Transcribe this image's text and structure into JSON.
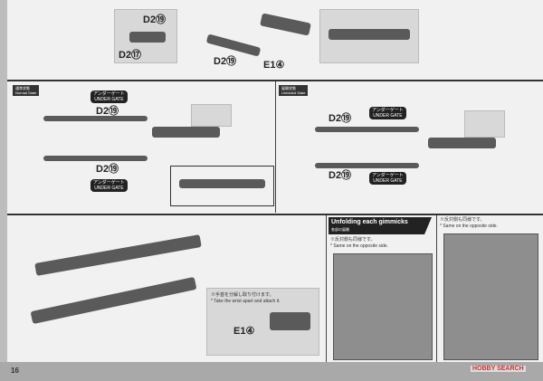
{
  "top": {
    "labels": [
      "D2⑲",
      "D2⑰",
      "D2⑲",
      "E1④"
    ]
  },
  "middle": {
    "normal_state": {
      "tag": "通常状態\nNormal State",
      "gate_jp": "アンダーゲート",
      "gate_en": "UNDER GATE",
      "part_a": "D2⑲",
      "part_b": "D2⑲"
    },
    "unfolded_state": {
      "tag": "展開状態\nUnfolded State",
      "gate_jp": "アンダーゲート",
      "gate_en": "UNDER GATE",
      "part_a": "D2⑲",
      "part_b": "D2⑲"
    }
  },
  "bottom_left": {
    "note_jp": "※手首を分解し取り付けます。",
    "note_en": "* Take the wrist apart and attach it.",
    "part": "E1④"
  },
  "gimmicks": {
    "title": "Unfolding each gimmicks",
    "subtitle": "各部の展開",
    "note_jp": "※反対側も同様です。",
    "note_en": "* Same on the opposite side.",
    "note2_jp": "※反対側も同様です。",
    "note2_en": "* Same on the opposite side."
  },
  "footer": {
    "page_number": "16",
    "watermark": "HOBBY SEARCH"
  }
}
